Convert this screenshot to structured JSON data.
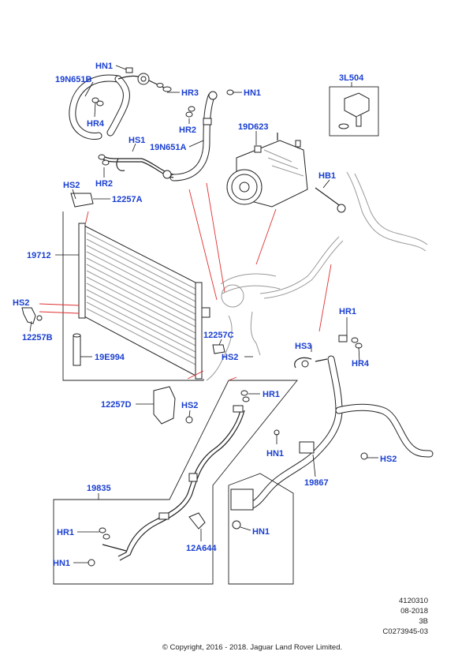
{
  "labels": {
    "hn1_top": "HN1",
    "p19n651b": "19N651B",
    "hr4_top": "HR4",
    "hr3": "HR3",
    "hn1_mid": "HN1",
    "hr2_a": "HR2",
    "hs1": "HS1",
    "p19n651a": "19N651A",
    "hr2_b": "HR2",
    "hs2_a": "HS2",
    "p12257a": "12257A",
    "p3l504": "3L504",
    "p19d623": "19D623",
    "hb1": "HB1",
    "p19712": "19712",
    "hs2_b": "HS2",
    "p12257b": "12257B",
    "p19e994": "19E994",
    "p12257c": "12257C",
    "hs2_c": "HS2",
    "hr1_a": "HR1",
    "hs3": "HS3",
    "hr4_b": "HR4",
    "hr1_b": "HR1",
    "p12257d": "12257D",
    "hs2_d": "HS2",
    "hn1_c": "HN1",
    "hs2_e": "HS2",
    "p19867": "19867",
    "p19835": "19835",
    "hr1_c": "HR1",
    "p12a644": "12A644",
    "hn1_d": "HN1",
    "hn1_e": "HN1"
  },
  "footer": {
    "code": "4120310",
    "date": "08-2018",
    "rev": "3B",
    "ref": "C0273945-03",
    "copyright": "© Copyright, 2016 - 2018. Jaguar Land Rover Limited."
  },
  "colors": {
    "label": "#1a3fd0",
    "leader_red": "#e03030",
    "line": "#222222"
  }
}
